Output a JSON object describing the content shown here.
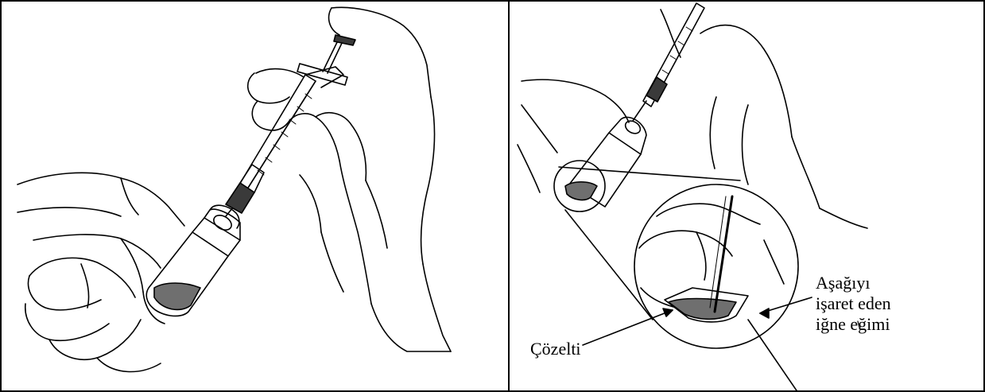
{
  "figure": {
    "left_panel": {
      "description_icons": [
        "syringe-icon",
        "vial-icon",
        "hand-icon"
      ]
    },
    "right_panel": {
      "labels": {
        "solution": "Çözelti",
        "bevel_line1": "Aşağıyı",
        "bevel_line2": "işaret eden",
        "bevel_line3": "iğne eğimi"
      },
      "description_icons": [
        "syringe-icon",
        "vial-icon",
        "magnifier-inset-icon",
        "needle-bevel-icon"
      ]
    },
    "colors": {
      "line": "#000000",
      "solution_fill": "#6f6f6f",
      "syringe_dark": "#3a3a3a",
      "background": "#ffffff"
    }
  }
}
